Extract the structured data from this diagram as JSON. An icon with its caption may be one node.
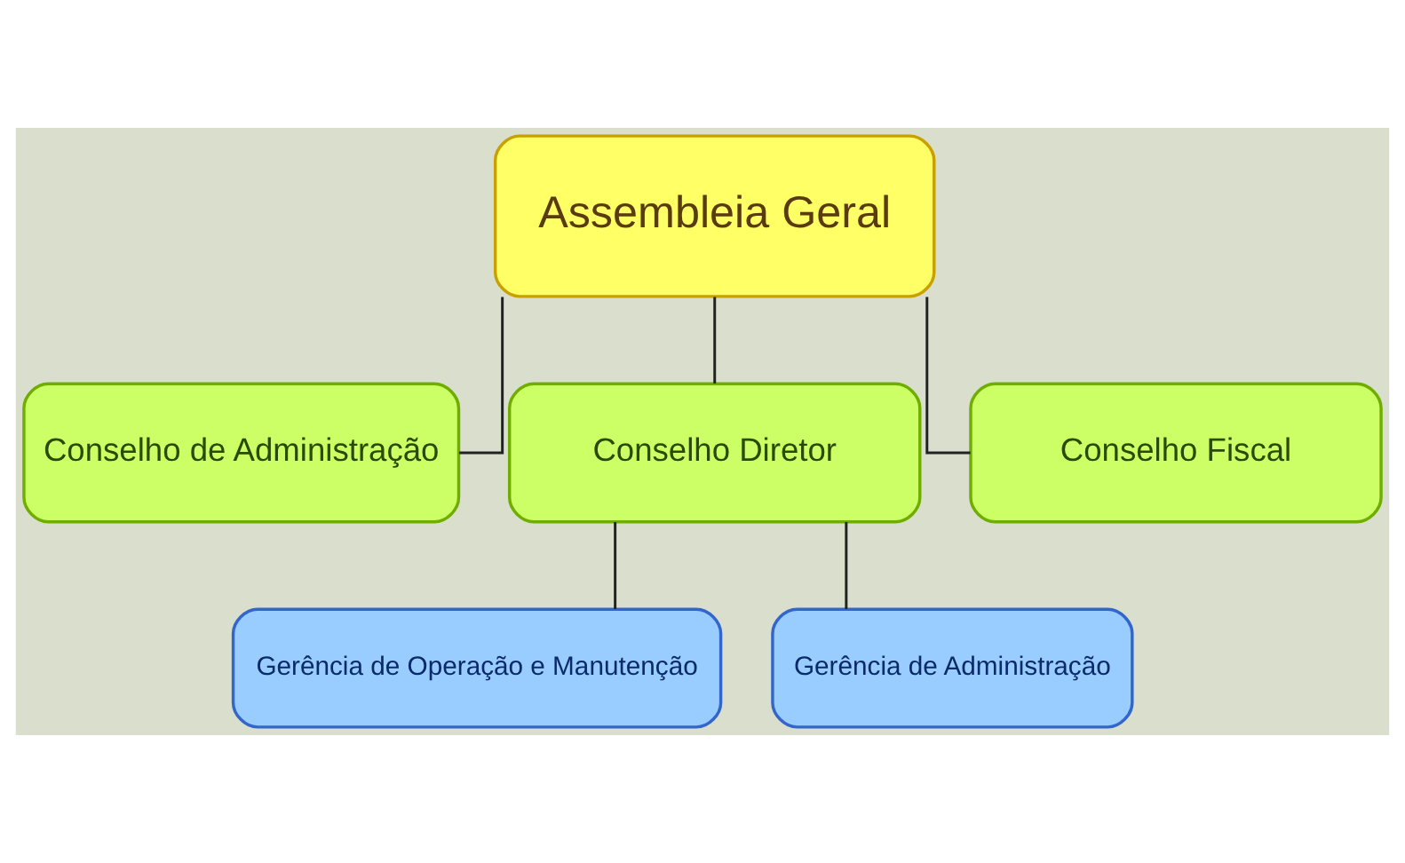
{
  "diagram": {
    "nodes": [
      {
        "text": [
          "Assembleia Geral"
        ]
      },
      {
        "text": [
          "Conselho de Administração"
        ]
      },
      {
        "text": [
          "Conselho Diretor"
        ]
      },
      {
        "text": [
          "Conselho Fiscal"
        ]
      },
      {
        "text": [
          "Gerência de Operação e Manutenção"
        ]
      },
      {
        "text": [
          "Gerência de Administração"
        ]
      }
    ],
    "edges": [
      {
        "from": 0,
        "to": 1,
        "arrow": "none"
      },
      {
        "from": 0,
        "to": 2,
        "arrow": "none"
      },
      {
        "from": 0,
        "to": 3,
        "arrow": "none"
      },
      {
        "from": 2,
        "to": 4,
        "arrow": "none"
      },
      {
        "from": 2,
        "to": 5,
        "arrow": "none"
      }
    ]
  }
}
